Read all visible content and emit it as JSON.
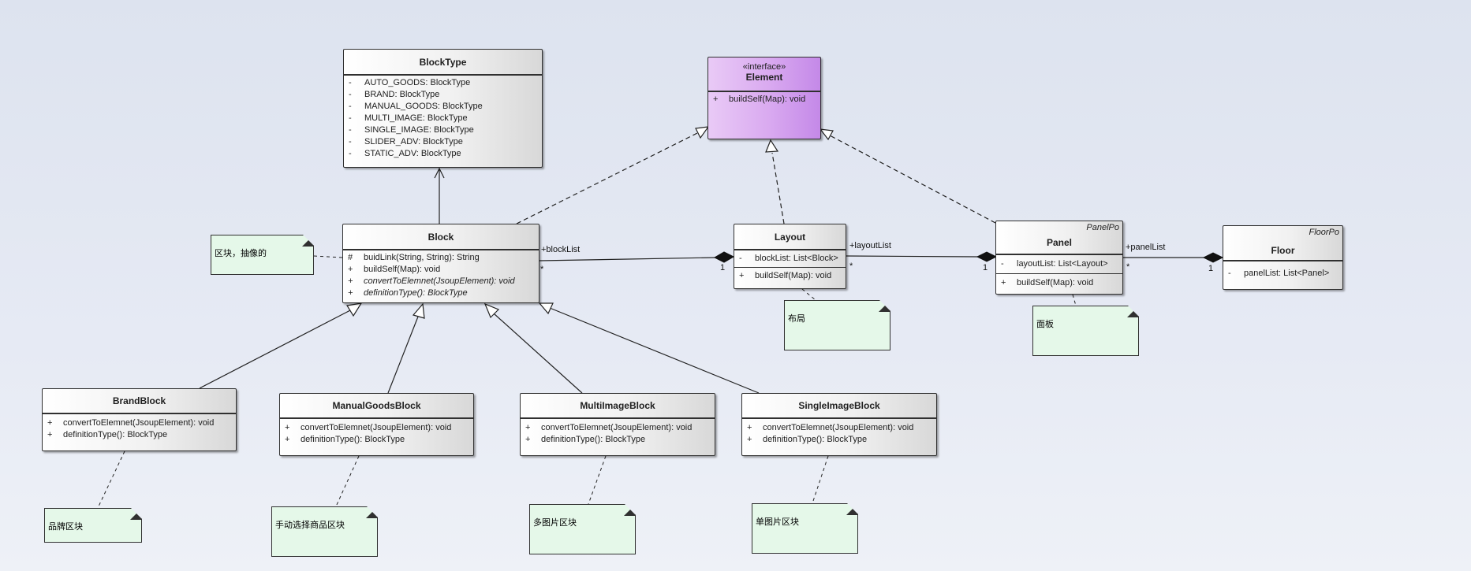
{
  "classes": {
    "blocktype": {
      "name": "BlockType",
      "attributes": [
        {
          "vis": "-",
          "text": "AUTO_GOODS: BlockType"
        },
        {
          "vis": "-",
          "text": "BRAND: BlockType"
        },
        {
          "vis": "-",
          "text": "MANUAL_GOODS: BlockType"
        },
        {
          "vis": "-",
          "text": "MULTI_IMAGE: BlockType"
        },
        {
          "vis": "-",
          "text": "SINGLE_IMAGE: BlockType"
        },
        {
          "vis": "-",
          "text": "SLIDER_ADV: BlockType"
        },
        {
          "vis": "-",
          "text": "STATIC_ADV: BlockType"
        }
      ]
    },
    "element": {
      "stereotype": "«interface»",
      "name": "Element",
      "operations": [
        {
          "vis": "+",
          "text": "buildSelf(Map): void"
        }
      ]
    },
    "block": {
      "name": "Block",
      "operations": [
        {
          "vis": "#",
          "text": "buidLink(String, String): String"
        },
        {
          "vis": "+",
          "text": "buildSelf(Map): void"
        },
        {
          "vis": "+",
          "text": "convertToElemnet(JsoupElement): void"
        },
        {
          "vis": "+",
          "text": "definitionType(): BlockType"
        }
      ]
    },
    "layout": {
      "name": "Layout",
      "attributes": [
        {
          "vis": "-",
          "text": "blockList: List<Block>"
        }
      ],
      "operations": [
        {
          "vis": "+",
          "text": "buildSelf(Map): void"
        }
      ]
    },
    "panel": {
      "package": "PanelPo",
      "name": "Panel",
      "attributes": [
        {
          "vis": "-",
          "text": "layoutList: List<Layout>"
        }
      ],
      "operations": [
        {
          "vis": "+",
          "text": "buildSelf(Map): void"
        }
      ]
    },
    "floor": {
      "package": "FloorPo",
      "name": "Floor",
      "attributes": [
        {
          "vis": "-",
          "text": "panelList: List<Panel>"
        }
      ]
    },
    "brandblock": {
      "name": "BrandBlock",
      "operations": [
        {
          "vis": "+",
          "text": "convertToElemnet(JsoupElement): void"
        },
        {
          "vis": "+",
          "text": "definitionType(): BlockType"
        }
      ]
    },
    "manualgoodsblock": {
      "name": "ManualGoodsBlock",
      "operations": [
        {
          "vis": "+",
          "text": "convertToElemnet(JsoupElement): void"
        },
        {
          "vis": "+",
          "text": "definitionType(): BlockType"
        }
      ]
    },
    "multiimageblock": {
      "name": "MultiImageBlock",
      "operations": [
        {
          "vis": "+",
          "text": "convertToElemnet(JsoupElement): void"
        },
        {
          "vis": "+",
          "text": "definitionType(): BlockType"
        }
      ]
    },
    "singleimageblock": {
      "name": "SingleImageBlock",
      "operations": [
        {
          "vis": "+",
          "text": "convertToElemnet(JsoupElement): void"
        },
        {
          "vis": "+",
          "text": "definitionType(): BlockType"
        }
      ]
    }
  },
  "notes": {
    "block": "区块，抽像的",
    "layout": "布局",
    "panel": "面板",
    "brand": "品牌区块",
    "manual": "手动选择商品区块",
    "multi": "多图片区块",
    "single": "单图片区块"
  },
  "associations": {
    "block_layout": {
      "role": "+blockList",
      "mult_source": "*",
      "mult_target": "1"
    },
    "layout_panel": {
      "role": "+layoutList",
      "mult_source": "*",
      "mult_target": "1"
    },
    "panel_floor": {
      "role": "+panelList",
      "mult_source": "*",
      "mult_target": "1"
    }
  }
}
